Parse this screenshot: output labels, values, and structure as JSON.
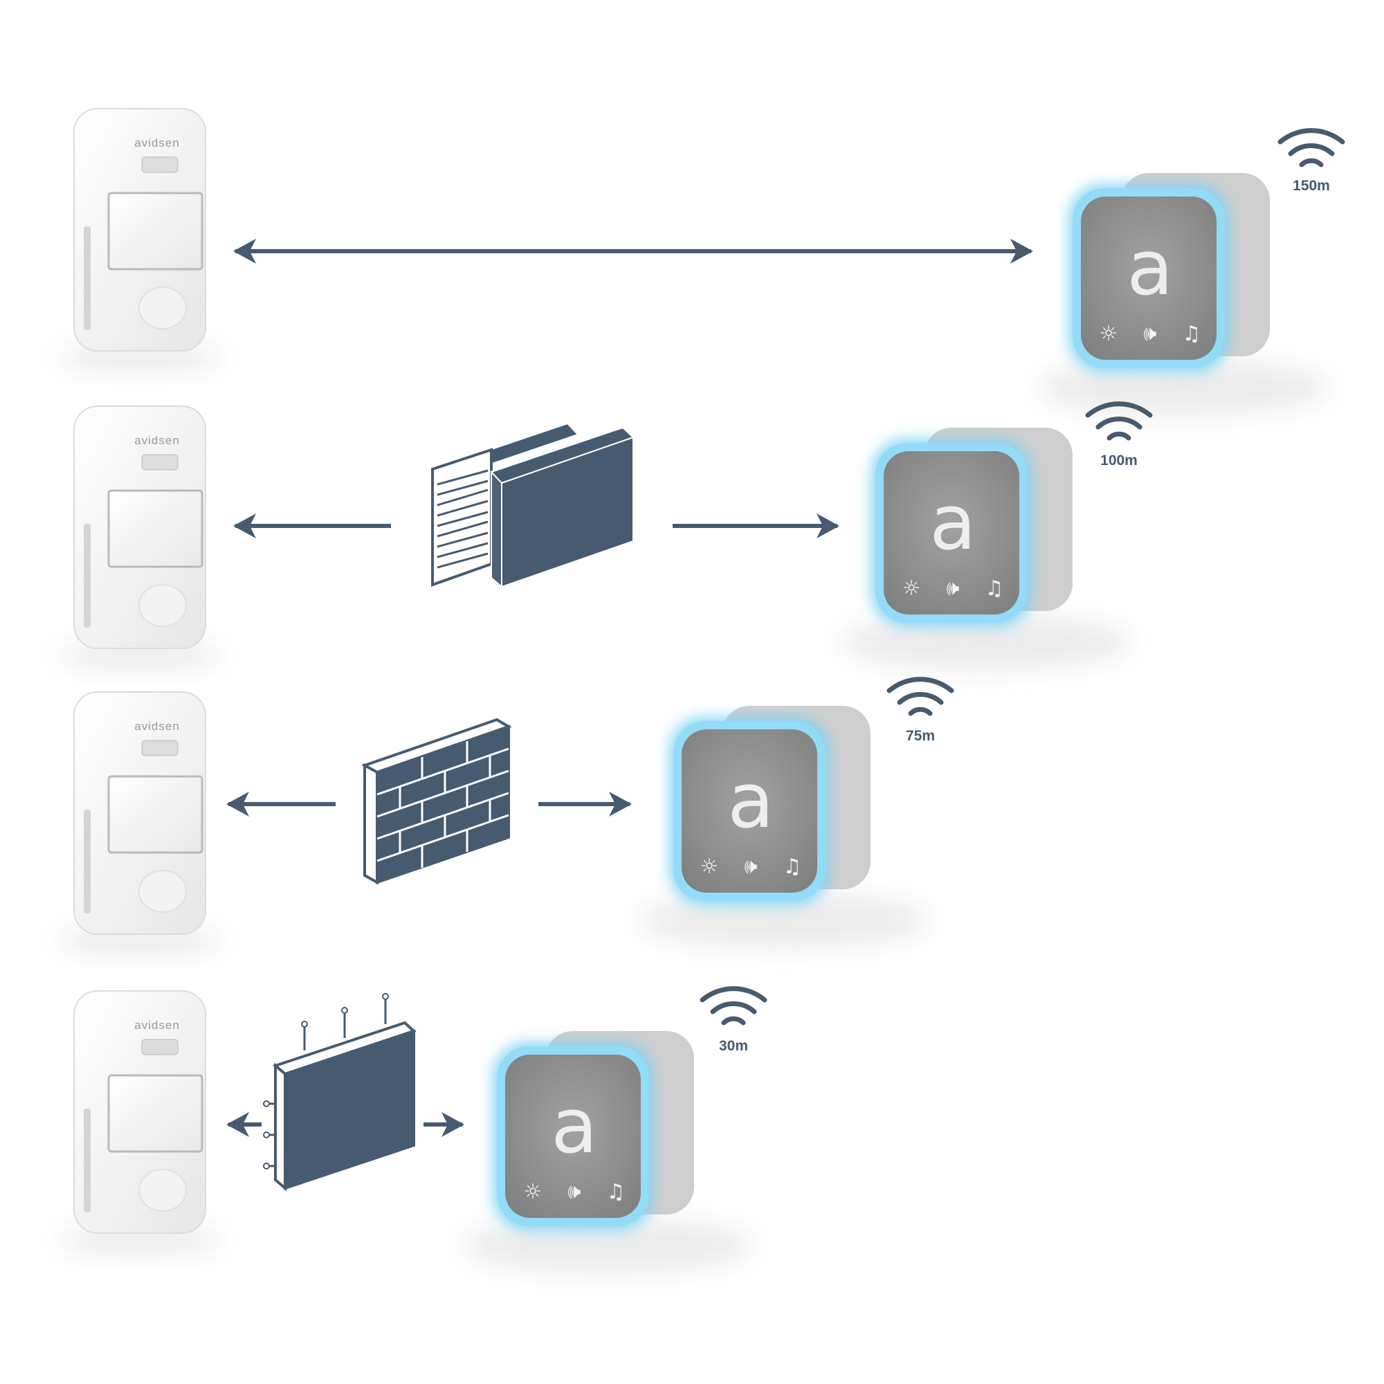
{
  "brand": "avidsen",
  "receiver_logo": "a",
  "receiver_icons": {
    "brightness": "☼",
    "volume": "🕪",
    "melody": "♫"
  },
  "rows": [
    {
      "range_label": "150m",
      "obstacle": "none"
    },
    {
      "range_label": "100m",
      "obstacle": "panel-icon"
    },
    {
      "range_label": "75m",
      "obstacle": "brick-wall-icon"
    },
    {
      "range_label": "30m",
      "obstacle": "reinforced-wall-icon"
    }
  ],
  "colors": {
    "arrow": "#465a70",
    "obstacle_fill": "#465a70",
    "receiver_glow": "#7fd3f4",
    "receiver_face": "#8e8e8e",
    "receiver_body": "#cfcfcf"
  }
}
